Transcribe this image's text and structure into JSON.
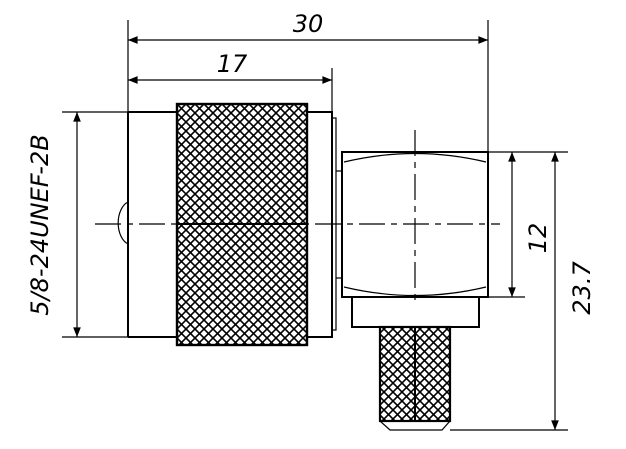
{
  "dimensions": {
    "overall_length": "30",
    "body_length": "17",
    "thread": "5/8-24UNEF-2B",
    "head_height": "12",
    "total_height": "23.7"
  }
}
